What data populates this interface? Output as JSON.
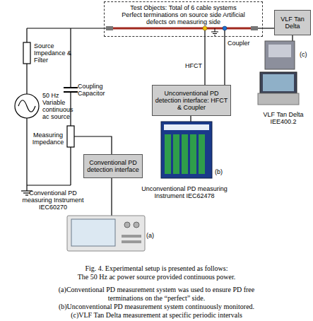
{
  "diagram": {
    "caption": "Fig. 4. Experimental setup is presented as follows:",
    "nodes": [
      {
        "text": [
          "Test Objects: Total of 6 cable systems Perfect terminations on source side Artificial defects on measuring side"
        ]
      },
      {
        "text": [
          "VLF Tan Delta"
        ]
      },
      {
        "text": [
          "Unconventional PD detection interface: HFCT & Coupler"
        ]
      },
      {
        "text": [
          "Conventional PD detection interface"
        ]
      }
    ],
    "edges": [
      {
        "from": 1,
        "to": 0,
        "arrow": "none"
      },
      {
        "from": 2,
        "to": 0,
        "label": "HFCT",
        "arrow": "none"
      },
      {
        "from": 2,
        "to": 0,
        "label": "Coupler",
        "arrow": "none"
      }
    ],
    "labels": [
      "Source Impedance & Filter",
      "Coupling Capacitor",
      "50 Hz Variable continuous ac source",
      "Measuring Impedance",
      "Conventional PD measuring Instrument IEC60270",
      "(a)",
      "Unconventional PD measuring Instrument IEC62478",
      "(b)",
      "VLF Tan Delta IEE400.2",
      "(c)",
      "The 50 Hz ac power source provided continuous power.",
      "(a)Conventional PD measurement system was used to ensure PD free terminations on the “perfect” side.",
      "(b)Unconventional PD measurement system continuously monitored.",
      "(c)VLF Tan Delta measurement at specific periodic intervals"
    ]
  }
}
